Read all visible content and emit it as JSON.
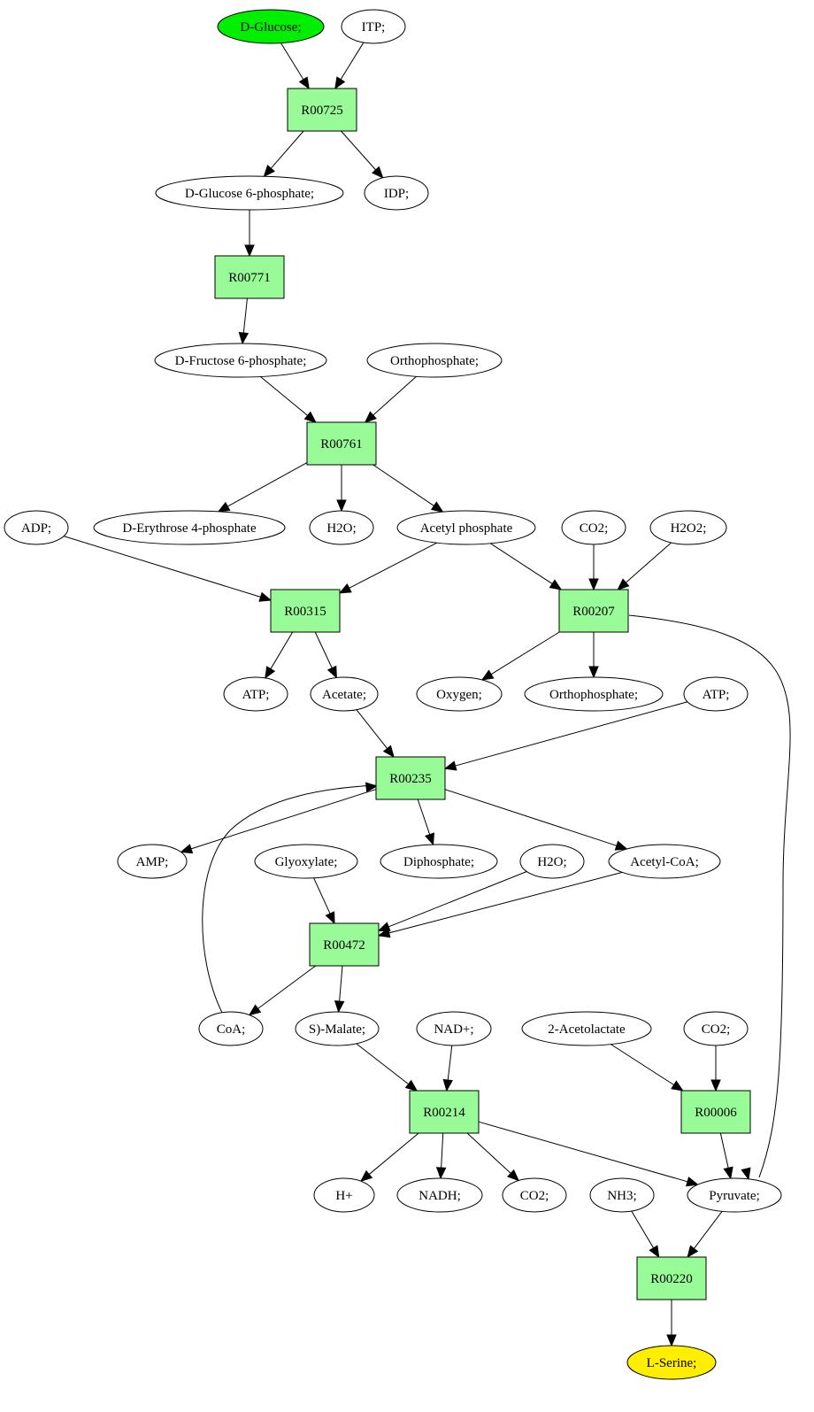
{
  "colors": {
    "reaction_fill": "#98fb98",
    "compound_fill": "#ffffff",
    "start_fill": "#00ee00",
    "end_fill": "#ffee00",
    "stroke": "#000000"
  },
  "nodes": {
    "dglucose": {
      "label": "D-Glucose;",
      "kind": "start"
    },
    "itp": {
      "label": "ITP;",
      "kind": "compound"
    },
    "r00725": {
      "label": "R00725",
      "kind": "reaction"
    },
    "g6p": {
      "label": "D-Glucose 6-phosphate;",
      "kind": "compound"
    },
    "idp": {
      "label": "IDP;",
      "kind": "compound"
    },
    "r00771": {
      "label": "R00771",
      "kind": "reaction"
    },
    "f6p": {
      "label": "D-Fructose 6-phosphate;",
      "kind": "compound"
    },
    "orthophos1": {
      "label": "Orthophosphate;",
      "kind": "compound"
    },
    "r00761": {
      "label": "R00761",
      "kind": "reaction"
    },
    "adp": {
      "label": "ADP;",
      "kind": "compound"
    },
    "e4p": {
      "label": "D-Erythrose 4-phosphate",
      "kind": "compound"
    },
    "h2o1": {
      "label": "H2O;",
      "kind": "compound"
    },
    "acetylp": {
      "label": "Acetyl phosphate",
      "kind": "compound"
    },
    "co2a": {
      "label": "CO2;",
      "kind": "compound"
    },
    "h2o2": {
      "label": "H2O2;",
      "kind": "compound"
    },
    "r00315": {
      "label": "R00315",
      "kind": "reaction"
    },
    "r00207": {
      "label": "R00207",
      "kind": "reaction"
    },
    "atp1": {
      "label": "ATP;",
      "kind": "compound"
    },
    "acetate": {
      "label": "Acetate;",
      "kind": "compound"
    },
    "oxygen": {
      "label": "Oxygen;",
      "kind": "compound"
    },
    "orthophos2": {
      "label": "Orthophosphate;",
      "kind": "compound"
    },
    "atp2": {
      "label": "ATP;",
      "kind": "compound"
    },
    "r00235": {
      "label": "R00235",
      "kind": "reaction"
    },
    "amp": {
      "label": "AMP;",
      "kind": "compound"
    },
    "glyoxylate": {
      "label": "Glyoxylate;",
      "kind": "compound"
    },
    "diphosphate": {
      "label": "Diphosphate;",
      "kind": "compound"
    },
    "h2o3": {
      "label": "H2O;",
      "kind": "compound"
    },
    "acetylcoa": {
      "label": "Acetyl-CoA;",
      "kind": "compound"
    },
    "r00472": {
      "label": "R00472",
      "kind": "reaction"
    },
    "coa": {
      "label": "CoA;",
      "kind": "compound"
    },
    "malate": {
      "label": "S)-Malate;",
      "kind": "compound"
    },
    "nad": {
      "label": "NAD+;",
      "kind": "compound"
    },
    "acetolactate": {
      "label": "2-Acetolactate",
      "kind": "compound"
    },
    "co2b": {
      "label": "CO2;",
      "kind": "compound"
    },
    "r00214": {
      "label": "R00214",
      "kind": "reaction"
    },
    "r00006": {
      "label": "R00006",
      "kind": "reaction"
    },
    "hplus": {
      "label": "H+",
      "kind": "compound"
    },
    "nadh": {
      "label": "NADH;",
      "kind": "compound"
    },
    "co2c": {
      "label": "CO2;",
      "kind": "compound"
    },
    "nh3": {
      "label": "NH3;",
      "kind": "compound"
    },
    "pyruvate": {
      "label": "Pyruvate;",
      "kind": "compound"
    },
    "r00220": {
      "label": "R00220",
      "kind": "reaction"
    },
    "lserine": {
      "label": "L-Serine;",
      "kind": "end"
    }
  },
  "edges": [
    [
      "dglucose",
      "r00725"
    ],
    [
      "itp",
      "r00725"
    ],
    [
      "r00725",
      "g6p"
    ],
    [
      "r00725",
      "idp"
    ],
    [
      "g6p",
      "r00771"
    ],
    [
      "r00771",
      "f6p"
    ],
    [
      "f6p",
      "r00761"
    ],
    [
      "orthophos1",
      "r00761"
    ],
    [
      "r00761",
      "e4p"
    ],
    [
      "r00761",
      "h2o1"
    ],
    [
      "r00761",
      "acetylp"
    ],
    [
      "adp",
      "r00315"
    ],
    [
      "acetylp",
      "r00315"
    ],
    [
      "acetylp",
      "r00207"
    ],
    [
      "co2a",
      "r00207"
    ],
    [
      "h2o2",
      "r00207"
    ],
    [
      "r00315",
      "atp1"
    ],
    [
      "r00315",
      "acetate"
    ],
    [
      "r00207",
      "oxygen"
    ],
    [
      "r00207",
      "orthophos2"
    ],
    [
      "r00207",
      "pyruvate"
    ],
    [
      "acetate",
      "r00235"
    ],
    [
      "atp2",
      "r00235"
    ],
    [
      "coa",
      "r00235"
    ],
    [
      "r00235",
      "amp"
    ],
    [
      "r00235",
      "diphosphate"
    ],
    [
      "r00235",
      "acetylcoa"
    ],
    [
      "glyoxylate",
      "r00472"
    ],
    [
      "h2o3",
      "r00472"
    ],
    [
      "acetylcoa",
      "r00472"
    ],
    [
      "r00472",
      "coa"
    ],
    [
      "r00472",
      "malate"
    ],
    [
      "malate",
      "r00214"
    ],
    [
      "nad",
      "r00214"
    ],
    [
      "r00214",
      "hplus"
    ],
    [
      "r00214",
      "nadh"
    ],
    [
      "r00214",
      "co2c"
    ],
    [
      "r00214",
      "pyruvate"
    ],
    [
      "acetolactate",
      "r00006"
    ],
    [
      "co2b",
      "r00006"
    ],
    [
      "r00006",
      "pyruvate"
    ],
    [
      "nh3",
      "r00220"
    ],
    [
      "pyruvate",
      "r00220"
    ],
    [
      "r00220",
      "lserine"
    ]
  ]
}
